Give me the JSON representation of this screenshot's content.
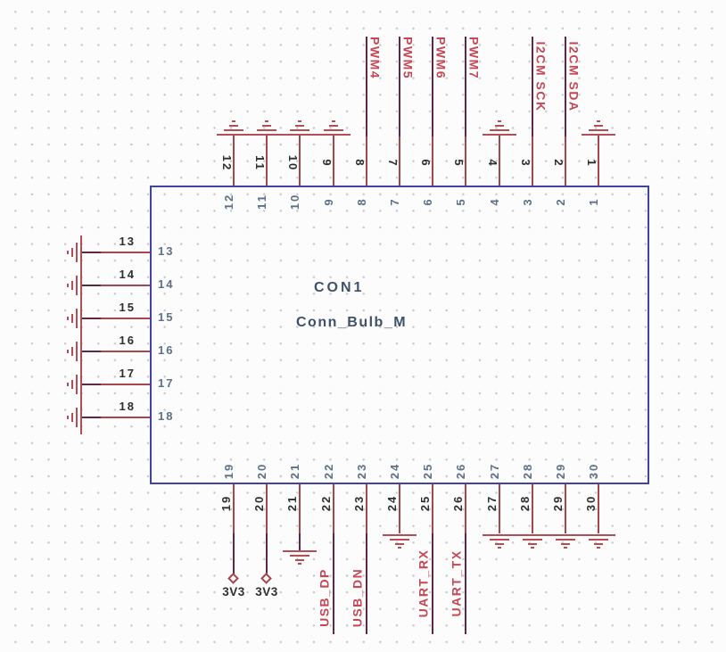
{
  "component": {
    "reference": "CON1",
    "value": "Conn_Bulb_M"
  },
  "pins": {
    "top": [
      {
        "number": "12",
        "connection": "ground"
      },
      {
        "number": "11",
        "connection": "ground"
      },
      {
        "number": "10",
        "connection": "ground"
      },
      {
        "number": "9",
        "connection": "ground"
      },
      {
        "number": "8",
        "connection": "label",
        "label": "PWM4"
      },
      {
        "number": "7",
        "connection": "label",
        "label": "PWM5"
      },
      {
        "number": "6",
        "connection": "label",
        "label": "PWM6"
      },
      {
        "number": "5",
        "connection": "label",
        "label": "PWM7"
      },
      {
        "number": "4",
        "connection": "ground"
      },
      {
        "number": "3",
        "connection": "label",
        "label": "I2CM SCK"
      },
      {
        "number": "2",
        "connection": "label",
        "label": "I2CM SDA"
      },
      {
        "number": "1",
        "connection": "ground"
      }
    ],
    "left": [
      {
        "number": "13",
        "connection": "ground"
      },
      {
        "number": "14",
        "connection": "ground"
      },
      {
        "number": "15",
        "connection": "ground"
      },
      {
        "number": "16",
        "connection": "ground"
      },
      {
        "number": "17",
        "connection": "ground"
      },
      {
        "number": "18",
        "connection": "ground"
      }
    ],
    "bottom": [
      {
        "number": "19",
        "connection": "power",
        "label": "3V3"
      },
      {
        "number": "20",
        "connection": "power",
        "label": "3V3"
      },
      {
        "number": "21",
        "connection": "ground"
      },
      {
        "number": "22",
        "connection": "label",
        "label": "USB_DP"
      },
      {
        "number": "23",
        "connection": "label",
        "label": "USB_DN"
      },
      {
        "number": "24",
        "connection": "ground"
      },
      {
        "number": "25",
        "connection": "label",
        "label": "UART_RX"
      },
      {
        "number": "26",
        "connection": "label",
        "label": "UART_TX"
      },
      {
        "number": "27",
        "connection": "ground"
      },
      {
        "number": "28",
        "connection": "ground"
      },
      {
        "number": "29",
        "connection": "ground"
      },
      {
        "number": "30",
        "connection": "ground"
      }
    ]
  },
  "colors": {
    "body_outline": "#4242a4",
    "pin_line": "#a5454c",
    "wire": "#5f2945",
    "ground": "#b54e54",
    "net_label": "#c74653",
    "pin_number": "#2e2e2e",
    "pin_name": "#5e7086",
    "annotation": "#40506a",
    "power_text": "#303030"
  }
}
